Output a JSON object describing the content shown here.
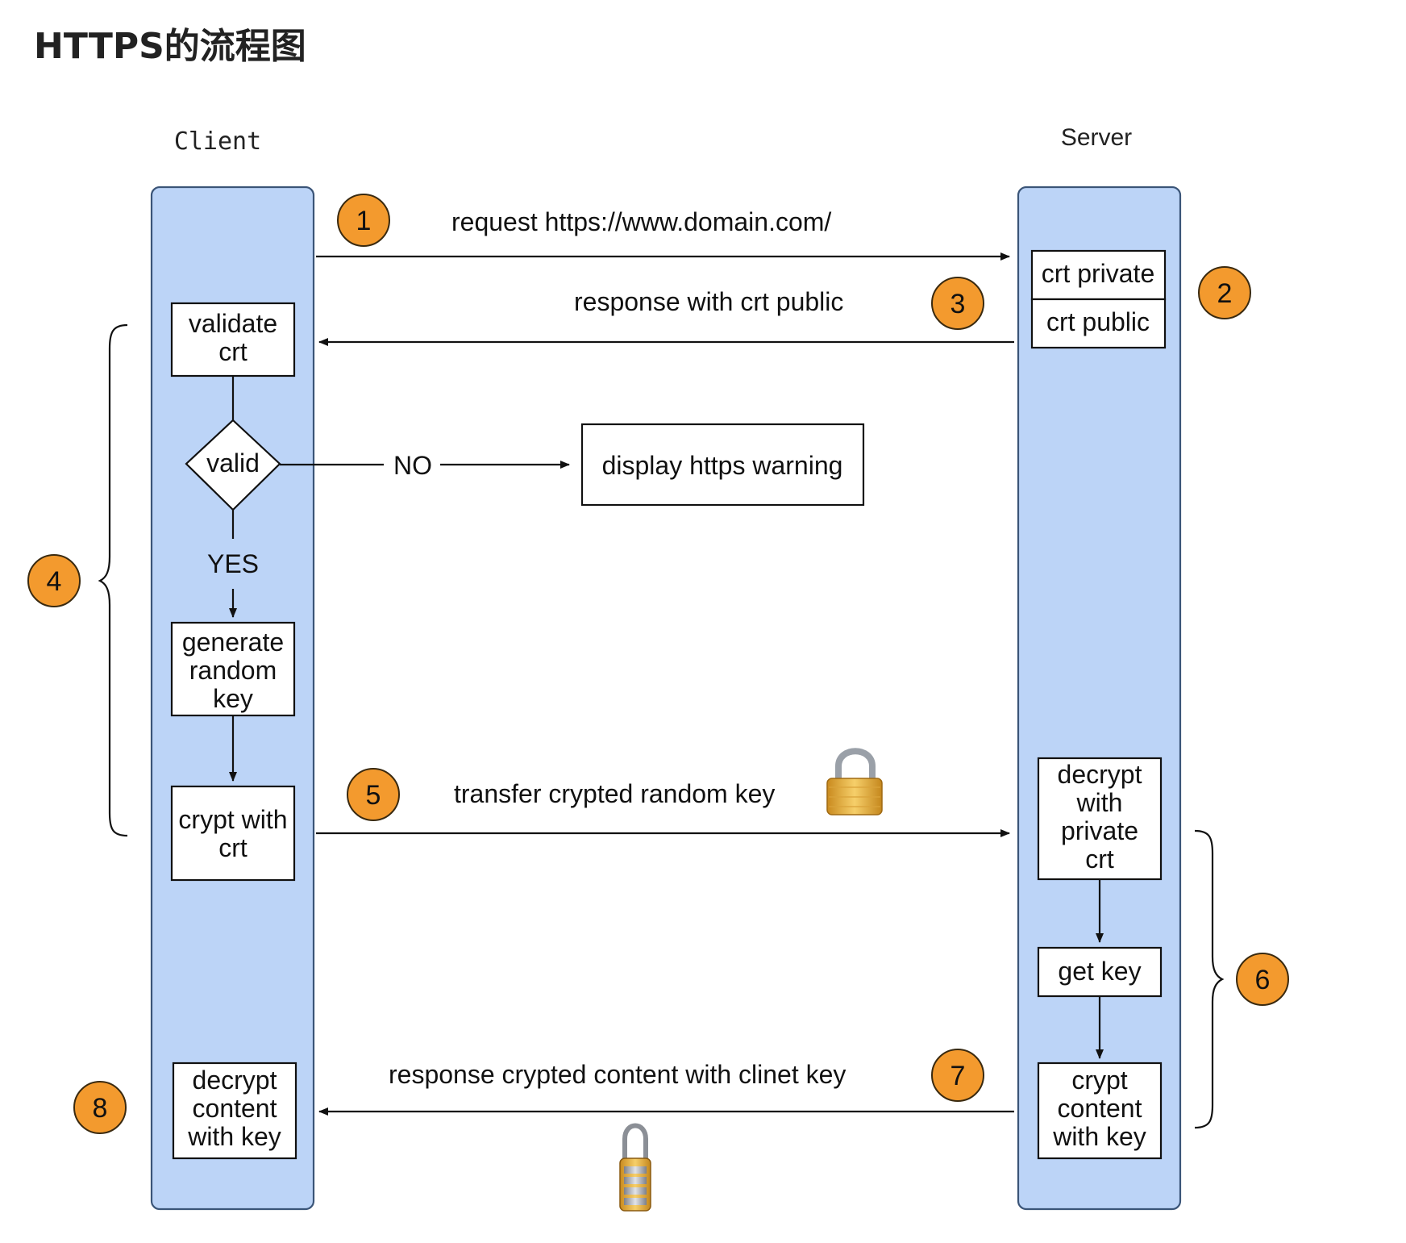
{
  "page": {
    "title": "HTTPS的流程图"
  },
  "lanes": {
    "client": "Client",
    "server": "Server"
  },
  "steps": {
    "s1": "1",
    "s2": "2",
    "s3": "3",
    "s4": "4",
    "s5": "5",
    "s6": "6",
    "s7": "7",
    "s8": "8"
  },
  "messages": {
    "request": "request https://www.domain.com/",
    "response_crt": "response with crt public",
    "transfer": "transfer crypted random key",
    "response_content": "response crypted content with clinet key"
  },
  "client_nodes": {
    "validate": [
      "validate",
      "crt"
    ],
    "valid": "valid",
    "no": "NO",
    "yes": "YES",
    "warning": "display https warning",
    "generate": [
      "generate",
      "random",
      "key"
    ],
    "crypt": [
      "crypt with",
      "crt"
    ],
    "decrypt_content": [
      "decrypt",
      "content",
      "with key"
    ]
  },
  "server_nodes": {
    "crt_private": "crt private",
    "crt_public": "crt public",
    "decrypt_private": [
      "decrypt",
      "with",
      "private",
      "crt"
    ],
    "get_key": "get key",
    "crypt_content": [
      "crypt",
      "content",
      "with key"
    ]
  },
  "icons": [
    "padlock-icon",
    "combination-lock-icon"
  ],
  "colors": {
    "lane_fill": "#bcd4f7",
    "badge_fill": "#f39a2e"
  }
}
